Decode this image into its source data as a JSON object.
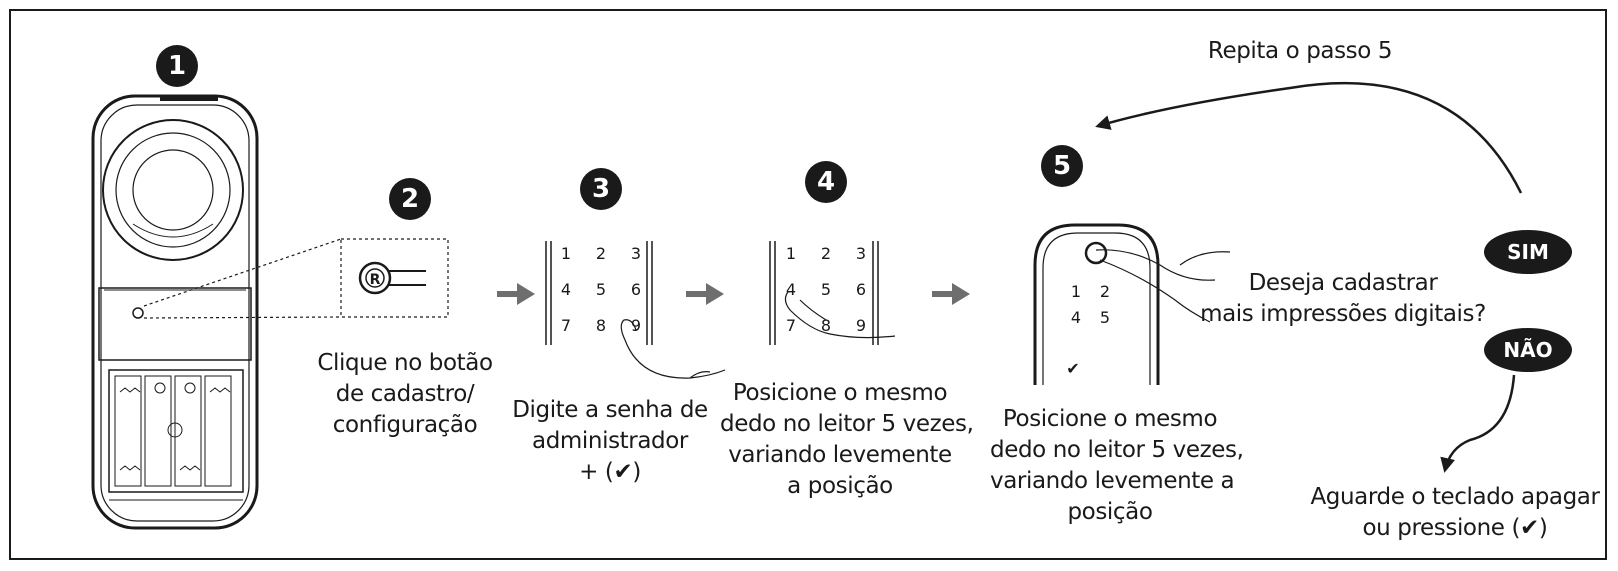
{
  "steps": [
    "1",
    "2",
    "3",
    "4",
    "5"
  ],
  "keypad": {
    "rows": [
      [
        "1",
        "2",
        "3"
      ],
      [
        "4",
        "5",
        "6"
      ],
      [
        "7",
        "8",
        "9"
      ]
    ],
    "short_rows": [
      [
        "1",
        "2"
      ],
      [
        "4",
        "5"
      ]
    ],
    "check": "✔"
  },
  "captions": {
    "step2": [
      "Clique no botão",
      "de cadastro/",
      "configuração"
    ],
    "step3": [
      "Digite a senha de",
      "administrador",
      "+ (✔)"
    ],
    "step4": [
      "Posicione o mesmo",
      "dedo no leitor 5 vezes,",
      "variando levemente",
      "a posição"
    ],
    "step5": [
      "Posicione o mesmo",
      "dedo no leitor 5 vezes,",
      "variando levemente a",
      "posição"
    ]
  },
  "loop_label": "Repita o passo 5",
  "question": [
    "Deseja cadastrar",
    "mais impressões digitais?"
  ],
  "answers": {
    "yes": "SIM",
    "no": "NÃO"
  },
  "final_caption": [
    "Aguarde o teclado apagar",
    "ou pressione (✔)"
  ],
  "colors": {
    "ink": "#1a1a1a",
    "arrow_gray": "#6e6e6e"
  },
  "icons": [
    "lock-device",
    "registration-button",
    "keypad",
    "finger",
    "fingerprint-reader",
    "flow-arrow",
    "loop-arrow",
    "check-icon"
  ]
}
